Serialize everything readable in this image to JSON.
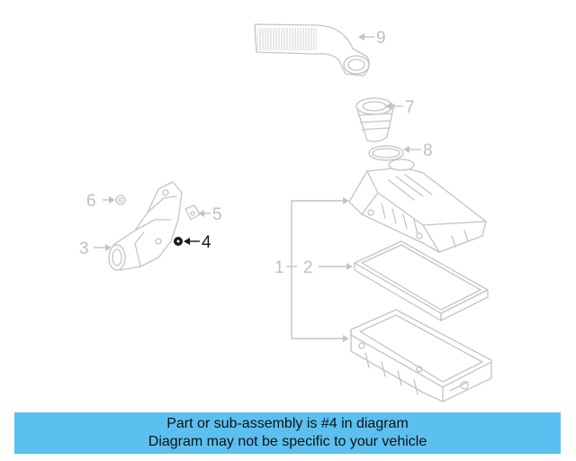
{
  "callouts": {
    "c1": "1",
    "c2": "2",
    "c3": "3",
    "c4": "4",
    "c5": "5",
    "c6": "6",
    "c7": "7",
    "c8": "8",
    "c9": "9"
  },
  "highlighted_part": "4",
  "colors": {
    "banner_background": "#5bc0f0",
    "highlight": "#1a1a1a",
    "line_art": "#c4c4c4"
  },
  "banner": {
    "line1": "Part or sub-assembly is #4 in diagram",
    "line2": "Diagram may not be specific to your vehicle"
  }
}
